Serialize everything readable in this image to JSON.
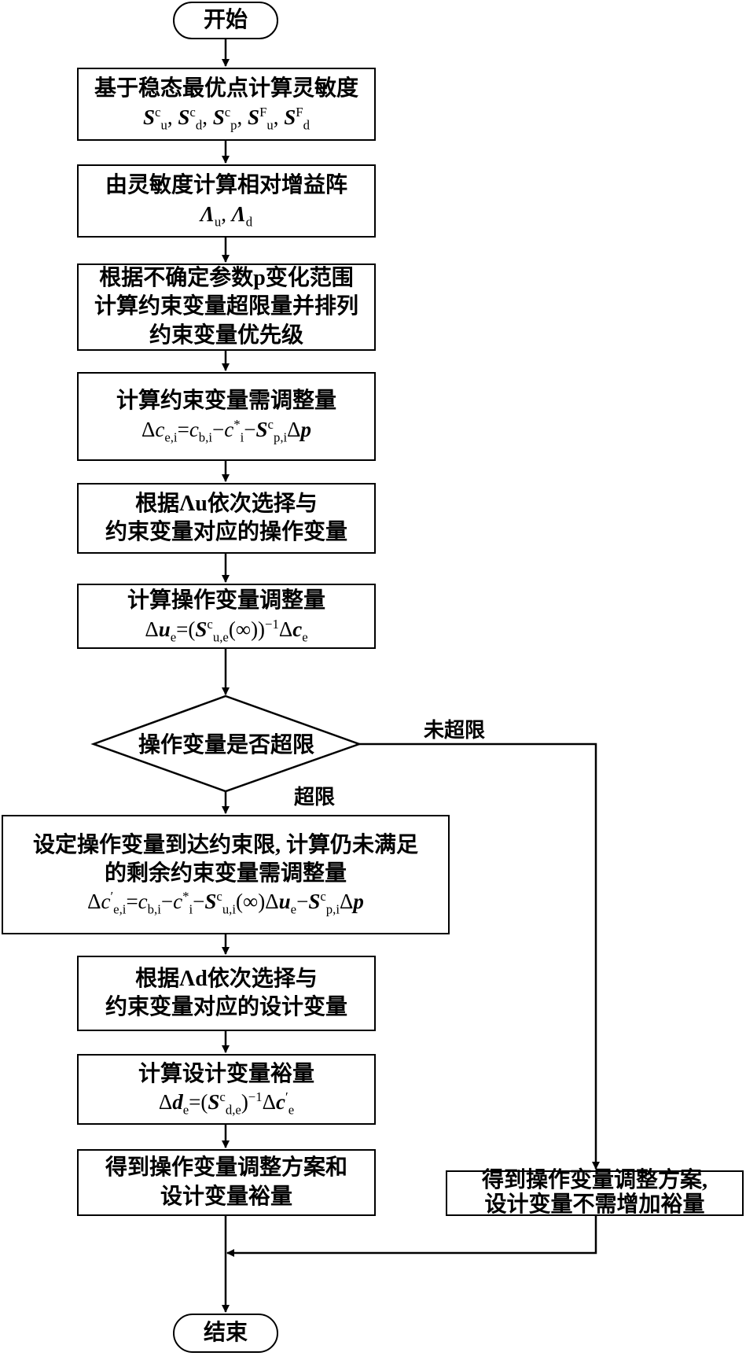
{
  "start": "开始",
  "end": "结束",
  "steps": [
    {
      "text": [
        "基于稳态最优点计算灵敏度"
      ],
      "formula": [
        {
          "t": "S",
          "s": "b"
        },
        {
          "t": "c",
          "s": "sup"
        },
        {
          "t": "u",
          "s": "sub"
        },
        {
          "t": ", ",
          "s": ""
        },
        {
          "t": "S",
          "s": "b"
        },
        {
          "t": "c",
          "s": "sup"
        },
        {
          "t": "d",
          "s": "sub"
        },
        {
          "t": ", ",
          "s": ""
        },
        {
          "t": "S",
          "s": "b"
        },
        {
          "t": "c",
          "s": "sup"
        },
        {
          "t": "p",
          "s": "sub"
        },
        {
          "t": ", ",
          "s": ""
        },
        {
          "t": "S",
          "s": "b"
        },
        {
          "t": "F",
          "s": "sup"
        },
        {
          "t": "u",
          "s": "sub"
        },
        {
          "t": ", ",
          "s": ""
        },
        {
          "t": "S",
          "s": "b"
        },
        {
          "t": "F",
          "s": "sup"
        },
        {
          "t": "d",
          "s": "sub"
        }
      ]
    },
    {
      "text": [
        "由灵敏度计算相对增益阵"
      ],
      "formula": [
        {
          "t": "Λ",
          "s": "b"
        },
        {
          "t": "u",
          "s": "sub"
        },
        {
          "t": ", ",
          "s": ""
        },
        {
          "t": "Λ",
          "s": "b"
        },
        {
          "t": "d",
          "s": "sub"
        }
      ]
    },
    {
      "text": [
        "根据不确定参数p变化范围",
        "计算约束变量超限量并排列",
        "约束变量优先级"
      ],
      "formula": []
    },
    {
      "text": [
        "计算约束变量需调整量"
      ],
      "formula": [
        {
          "t": "Δ",
          "s": ""
        },
        {
          "t": "c",
          "s": "i"
        },
        {
          "t": "e,i",
          "s": "sub"
        },
        {
          "t": "=",
          "s": ""
        },
        {
          "t": "c",
          "s": "i"
        },
        {
          "t": "b,i",
          "s": "sub"
        },
        {
          "t": "−",
          "s": ""
        },
        {
          "t": "c",
          "s": "i"
        },
        {
          "t": "*",
          "s": "sup"
        },
        {
          "t": "i",
          "s": "sub"
        },
        {
          "t": "−",
          "s": ""
        },
        {
          "t": "S",
          "s": "b"
        },
        {
          "t": "c",
          "s": "sup"
        },
        {
          "t": "p,i",
          "s": "sub"
        },
        {
          "t": "Δ",
          "s": ""
        },
        {
          "t": "p",
          "s": "b"
        }
      ]
    },
    {
      "text": [
        "根据Λu依次选择与",
        "约束变量对应的操作变量"
      ],
      "formula": []
    },
    {
      "text": [
        "计算操作变量调整量"
      ],
      "formula": [
        {
          "t": "Δ",
          "s": ""
        },
        {
          "t": "u",
          "s": "b"
        },
        {
          "t": "e",
          "s": "sub"
        },
        {
          "t": "=(",
          "s": ""
        },
        {
          "t": "S",
          "s": "b"
        },
        {
          "t": "c",
          "s": "sup"
        },
        {
          "t": "u,e",
          "s": "sub"
        },
        {
          "t": "(∞))",
          "s": ""
        },
        {
          "t": "−1",
          "s": "sup"
        },
        {
          "t": "Δ",
          "s": ""
        },
        {
          "t": "c",
          "s": "b"
        },
        {
          "t": "e",
          "s": "sub"
        }
      ]
    },
    {
      "text": [
        "设定操作变量到达约束限, 计算仍未满足",
        "的剩余约束变量需调整量"
      ],
      "formula": [
        {
          "t": "Δ",
          "s": ""
        },
        {
          "t": "c",
          "s": "i"
        },
        {
          "t": "′",
          "s": "sup"
        },
        {
          "t": "e,i",
          "s": "sub"
        },
        {
          "t": "=",
          "s": ""
        },
        {
          "t": "c",
          "s": "i"
        },
        {
          "t": "b,i",
          "s": "sub"
        },
        {
          "t": "−",
          "s": ""
        },
        {
          "t": "c",
          "s": "i"
        },
        {
          "t": "*",
          "s": "sup"
        },
        {
          "t": "i",
          "s": "sub"
        },
        {
          "t": "−",
          "s": ""
        },
        {
          "t": "S",
          "s": "b"
        },
        {
          "t": "c",
          "s": "sup"
        },
        {
          "t": "u,i",
          "s": "sub"
        },
        {
          "t": "(∞)Δ",
          "s": ""
        },
        {
          "t": "u",
          "s": "b"
        },
        {
          "t": "e",
          "s": "sub"
        },
        {
          "t": "−",
          "s": ""
        },
        {
          "t": "S",
          "s": "b"
        },
        {
          "t": "c",
          "s": "sup"
        },
        {
          "t": "p,i",
          "s": "sub"
        },
        {
          "t": "Δ",
          "s": ""
        },
        {
          "t": "p",
          "s": "b"
        }
      ]
    },
    {
      "text": [
        "根据Λd依次选择与",
        "约束变量对应的设计变量"
      ],
      "formula": []
    },
    {
      "text": [
        "计算设计变量裕量"
      ],
      "formula": [
        {
          "t": "Δ",
          "s": ""
        },
        {
          "t": "d",
          "s": "b"
        },
        {
          "t": "e",
          "s": "sub"
        },
        {
          "t": "=(",
          "s": ""
        },
        {
          "t": "S",
          "s": "b"
        },
        {
          "t": "c",
          "s": "sup"
        },
        {
          "t": "d,e",
          "s": "sub"
        },
        {
          "t": ")",
          "s": ""
        },
        {
          "t": "−1",
          "s": "sup"
        },
        {
          "t": "Δ",
          "s": ""
        },
        {
          "t": "c",
          "s": "b"
        },
        {
          "t": "′",
          "s": "sup"
        },
        {
          "t": "e",
          "s": "sub"
        }
      ]
    },
    {
      "text": [
        "得到操作变量调整方案和",
        "设计变量裕量"
      ],
      "formula": []
    }
  ],
  "decision": "操作变量是否超限",
  "yes_label": "超限",
  "no_label": "未超限",
  "alt_result": {
    "text": [
      "得到操作变量调整方案,",
      "设计变量不需增加裕量"
    ]
  }
}
